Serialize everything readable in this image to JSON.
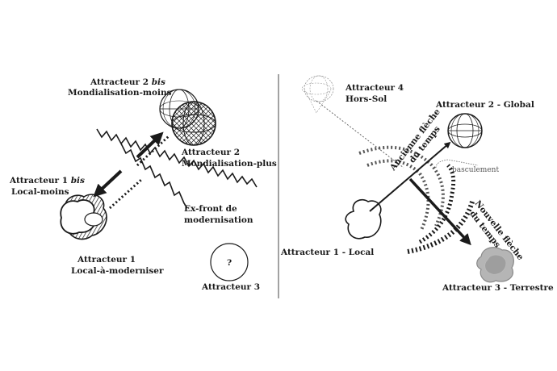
{
  "left_panel": {
    "attractor_2bis": {
      "line1_prefix": "Attracteur 2 ",
      "line1_italic": "bis",
      "line2": "Mondialisation-moins"
    },
    "attractor_2": {
      "line1": "Attracteur 2",
      "line2": "Mondialisation-plus"
    },
    "attractor_1bis": {
      "line1_prefix": "Attracteur 1 ",
      "line1_italic": "bis",
      "line2": "Local-moins"
    },
    "ex_front": {
      "line1": "Ex-front de",
      "line2": "modernisation"
    },
    "attractor_1": {
      "line1": "Attracteur 1",
      "line2": "Local-à-moderniser"
    },
    "attractor_3": {
      "label": "Attracteur 3",
      "symbol": "?"
    }
  },
  "right_panel": {
    "attractor_4": {
      "line1": "Attracteur 4",
      "line2": "Hors-Sol"
    },
    "attractor_2": {
      "label": "Attracteur 2 - Global"
    },
    "ancienne_fleche": {
      "line1": "Ancienne flèche",
      "line2": "du temps"
    },
    "basculement": {
      "label": "basculement"
    },
    "nouvelle_fleche": {
      "line1": "Nouvelle flèche",
      "line2": "du temps"
    },
    "attractor_1": {
      "label": "Attracteur 1 - Local"
    },
    "attractor_3": {
      "label": "Attracteur 3 - Terrestre"
    }
  }
}
